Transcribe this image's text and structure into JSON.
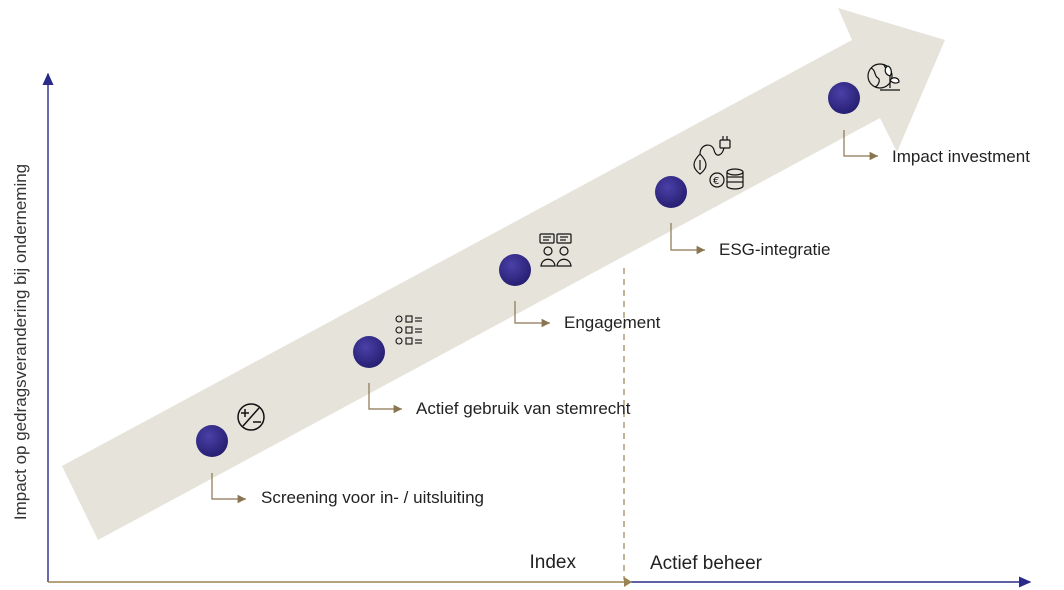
{
  "colors": {
    "band": "#e6e3da",
    "dot": "#2e2680",
    "connector": "#8a7550",
    "x_axis_index": "#9a8354",
    "x_axis_active": "#2a2a8a",
    "y_axis": "#2a2a8a",
    "divider": "#9a8354"
  },
  "y_axis": {
    "title": "Impact op gedragsverandering bij onderneming"
  },
  "x_axis": {
    "left_label": "Index",
    "right_label": "Actief beheer"
  },
  "steps": [
    {
      "label": "Screening voor in- / uitsluiting",
      "icon": "plus-minus-icon"
    },
    {
      "label": "Actief gebruik van stemrecht",
      "icon": "voting-checklist-icon"
    },
    {
      "label": "Engagement",
      "icon": "dialogue-people-icon"
    },
    {
      "label": "ESG-integratie",
      "icon": "plug-coins-icon"
    },
    {
      "label": "Impact investment",
      "icon": "globe-plant-icon"
    }
  ]
}
